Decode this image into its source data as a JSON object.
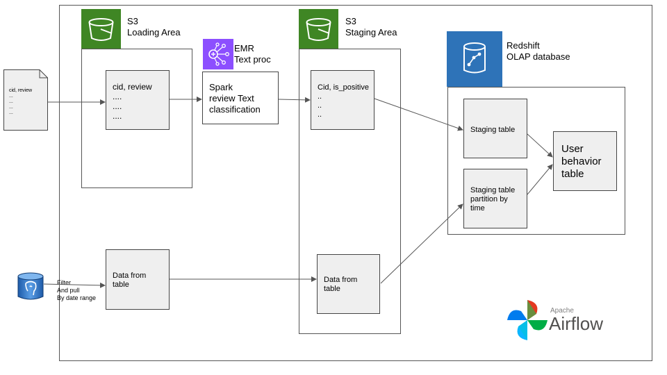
{
  "input_file": {
    "text": "cid, review\n...\n...\n...\n..."
  },
  "s3_loading": {
    "title": "S3",
    "subtitle": "Loading Area",
    "box_text": "cid, review\n....\n....\n...."
  },
  "emr": {
    "title": "EMR",
    "subtitle": "Text proc",
    "box_text": "Spark\nreview Text\nclassification"
  },
  "s3_staging": {
    "title": "S3",
    "subtitle": "Staging Area",
    "box_text": "Cid, is_positive\n..\n..\n.."
  },
  "redshift": {
    "title": "Redshift",
    "subtitle": "OLAP database",
    "staging_table": "Staging table",
    "staging_partition": "Staging table\npartition by\ntime",
    "user_behavior": "User\nbehavior\ntable"
  },
  "postgres": {
    "label": "Filter\nAnd pull\nBy date range"
  },
  "loading_data_from_table": "Data from\ntable",
  "staging_data_from_table": "Data from\ntable",
  "airflow": {
    "small": "Apache",
    "name": "Airflow"
  },
  "colors": {
    "s3_green": "#3f8624",
    "emr_purple": "#8c4fff",
    "redshift_blue": "#2e73b8",
    "box_gray": "#efefef"
  }
}
